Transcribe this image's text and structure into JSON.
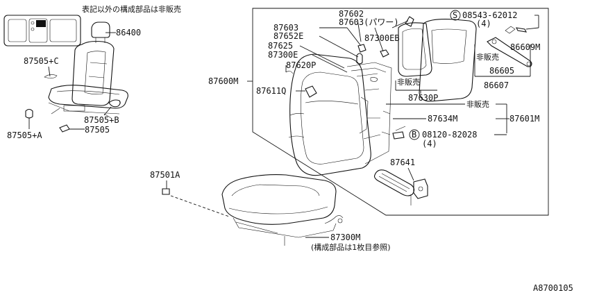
{
  "note_top": "表記以外の構成部品は非販売",
  "footer_code": "A8700105",
  "parts": {
    "p86400": "86400",
    "p87505c": "87505+C",
    "p87505b": "87505+B",
    "p87505a": "87505+A",
    "p87505": "87505",
    "p87501a": "87501A",
    "p87600m": "87600M",
    "p87602": "87602",
    "p87603_power": "87603(パワー)",
    "p87603": "87603",
    "p87652e": "87652E",
    "p87625": "87625",
    "p87300e": "87300E",
    "p87620p": "87620P",
    "p87611q": "87611Q",
    "p87300eb": "87300EB",
    "p87630p": "87630P",
    "p87634m": "87634M",
    "p87601m": "87601M",
    "p87641": "87641",
    "p87300m": "87300M",
    "p87300m_note": "(構成部品は1枚目参照)",
    "s_code": "08543-62012",
    "s_qty": "(4)",
    "b_code": "08120-82028",
    "b_qty": "(4)",
    "p86609m": "86609M",
    "p86605": "86605",
    "p86607": "86607",
    "not_sold_1": "非販売",
    "not_sold_2": "非販売",
    "not_sold_3": "非販売",
    "s_mark": "S",
    "b_mark": "B"
  }
}
